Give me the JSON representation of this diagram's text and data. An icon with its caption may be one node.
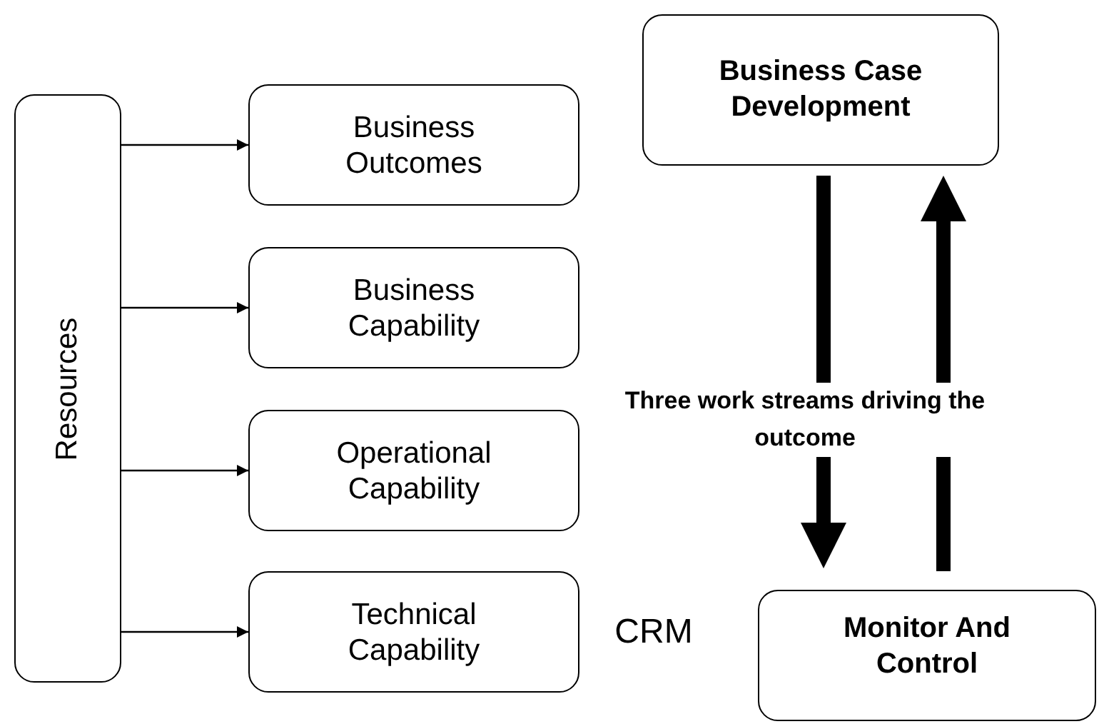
{
  "diagram": {
    "nodes": [
      {
        "text": [
          "Resources"
        ]
      },
      {
        "text": [
          "Business Outcomes"
        ]
      },
      {
        "text": [
          "Business Capability"
        ]
      },
      {
        "text": [
          "Operational Capability"
        ]
      },
      {
        "text": [
          "Technical Capability"
        ]
      },
      {
        "text": [
          "Business Case Development"
        ]
      },
      {
        "text": [
          "Monitor And Control"
        ]
      }
    ],
    "edges": [
      {
        "from": 0,
        "to": 1,
        "arrow": "to"
      },
      {
        "from": 0,
        "to": 2,
        "arrow": "to"
      },
      {
        "from": 0,
        "to": 3,
        "arrow": "to"
      },
      {
        "from": 0,
        "to": 4,
        "arrow": "to"
      },
      {
        "from": 5,
        "to": 6,
        "arrow": "to",
        "style": "thick"
      },
      {
        "from": 6,
        "to": 5,
        "arrow": "to",
        "style": "thick"
      }
    ],
    "labels": [
      "Three work streams driving the outcome",
      "CRM"
    ]
  }
}
